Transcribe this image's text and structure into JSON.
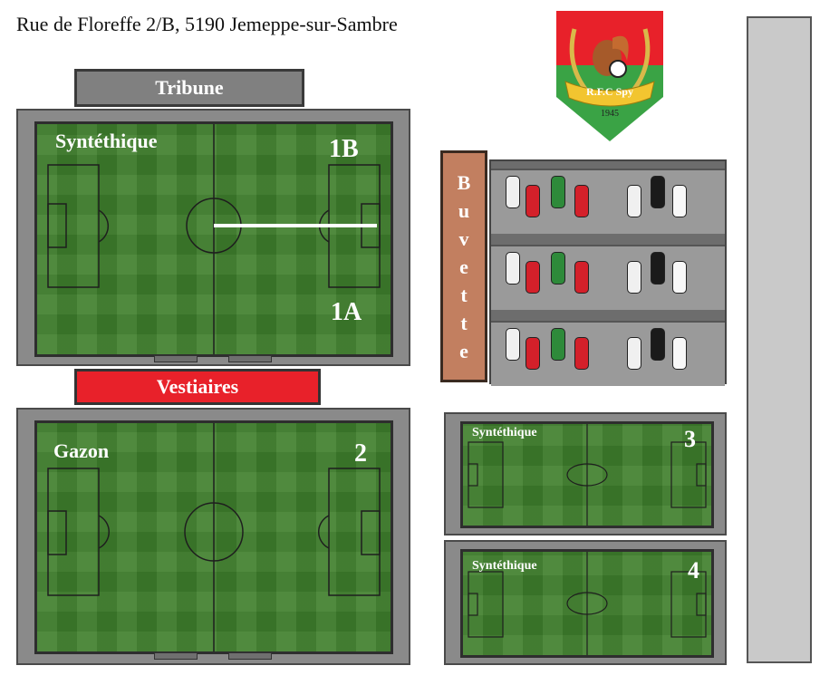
{
  "address": "Rue de Floreffe 2/B, 5190 Jemeppe-sur-Sambre",
  "logo": {
    "club_name": "R.F.C Spy",
    "year": "1945",
    "colors": {
      "red": "#e8212a",
      "green": "#3aa345",
      "yellow": "#f2c530"
    }
  },
  "buildings": {
    "tribune": "Tribune",
    "vestiaires": "Vestiaires",
    "buvette": [
      "B",
      "u",
      "v",
      "e",
      "t",
      "t",
      "e"
    ]
  },
  "fields": {
    "f1": {
      "surface": "Syntéthique",
      "num_top": "1B",
      "num_bottom": "1A"
    },
    "f2": {
      "surface": "Gazon",
      "num": "2"
    },
    "f3": {
      "surface": "Syntéthique",
      "num": "3"
    },
    "f4": {
      "surface": "Syntéthique",
      "num": "4"
    }
  },
  "colors": {
    "grass": "#3f7f2c",
    "frame": "#8a8a8a",
    "buvette": "#c27f60"
  }
}
